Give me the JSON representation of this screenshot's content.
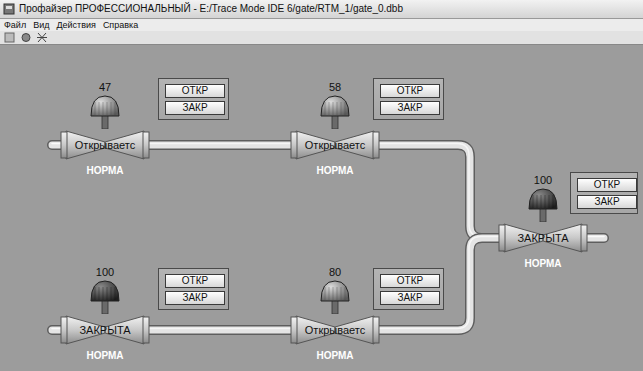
{
  "diagram": {
    "title": "Профайзер ПРОФЕССИОНАЛЬНЫЙ - E:/Trace Mode IDE 6/gate/RTM_1/gate_0.dbb",
    "nodes": [
      {
        "text": [
          "47",
          "Открываетс",
          "НОРМА"
        ]
      },
      {
        "text": [
          "ОТКР"
        ]
      },
      {
        "text": [
          "ЗАКР"
        ]
      },
      {
        "text": [
          "58",
          "Открываетс",
          "НОРМА"
        ]
      },
      {
        "text": [
          "ОТКР"
        ]
      },
      {
        "text": [
          "ЗАКР"
        ]
      },
      {
        "text": [
          "100",
          "ЗАКРЫТА",
          "НОРМА"
        ]
      },
      {
        "text": [
          "ОТКР"
        ]
      },
      {
        "text": [
          "ЗАКР"
        ]
      },
      {
        "text": [
          "100",
          "ЗАКРЫТА",
          "НОРМА"
        ]
      },
      {
        "text": [
          "ОТКР"
        ]
      },
      {
        "text": [
          "ЗАКР"
        ]
      },
      {
        "text": [
          "80",
          "Открываетс",
          "НОРМА"
        ]
      },
      {
        "text": [
          "ОТКР"
        ]
      },
      {
        "text": [
          "ЗАКР"
        ]
      }
    ],
    "edges": [
      {
        "from": 0,
        "to": 3,
        "arrow": "none"
      },
      {
        "from": 3,
        "to": 6,
        "arrow": "none"
      },
      {
        "from": 9,
        "to": 12,
        "arrow": "none"
      },
      {
        "from": 12,
        "to": 6,
        "arrow": "none"
      }
    ],
    "labels": [
      "Файл",
      "Вид",
      "Действия",
      "Справка"
    ]
  }
}
